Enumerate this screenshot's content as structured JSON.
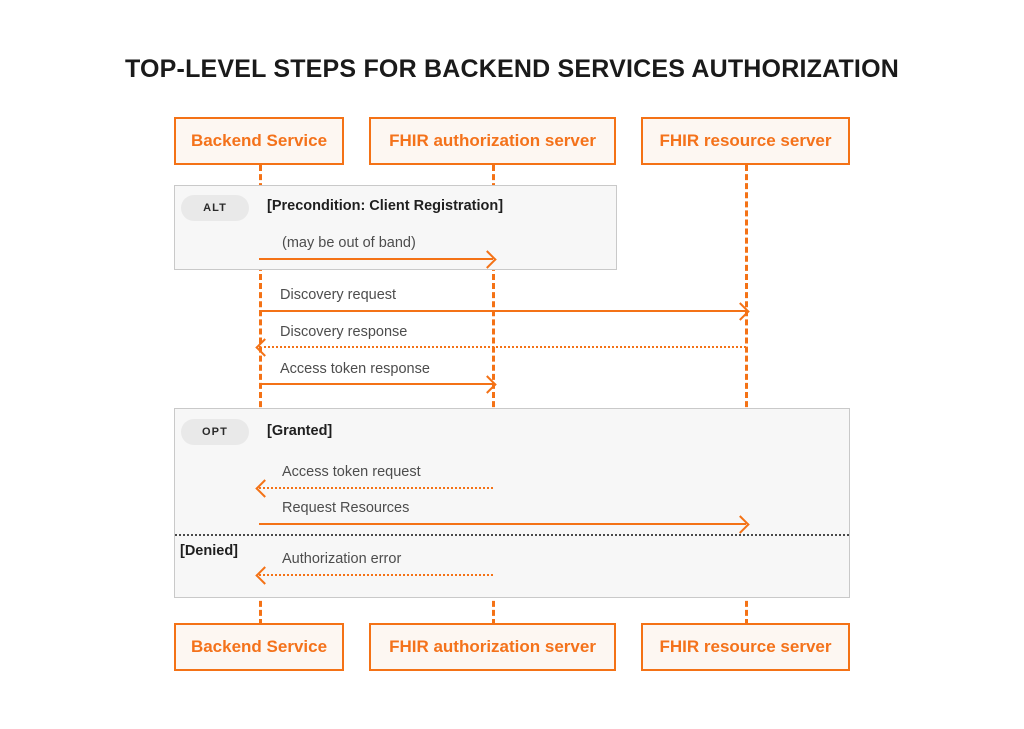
{
  "title": "TOP-LEVEL STEPS FOR BACKEND SERVICES AUTHORIZATION",
  "colors": {
    "accent": "#F47216",
    "participant_fill": "#FDF7F2",
    "fragment_fill": "#f7f7f7",
    "fragment_border": "#c9c9c9",
    "label_text": "#4d4d4d",
    "title_text": "#1a1a1a",
    "pill_fill": "#e9e9e9"
  },
  "participants": [
    {
      "id": "backend-service",
      "label": "Backend Service"
    },
    {
      "id": "fhir-authorization-server",
      "label": "FHIR authorization server"
    },
    {
      "id": "fhir-resource-server",
      "label": "FHIR resource server"
    }
  ],
  "participants_bottom": [
    {
      "id": "backend-service",
      "label": "Backend Service"
    },
    {
      "id": "fhir-authorization-server",
      "label": "FHIR authorization server"
    },
    {
      "id": "fhir-resource-server",
      "label": "FHIR resource server"
    }
  ],
  "fragments": [
    {
      "id": "alt-precondition",
      "kind": "ALT",
      "condition": "[Precondition: Client Registration]"
    },
    {
      "id": "opt-granted",
      "kind": "OPT",
      "condition": "[Granted]",
      "alternative_condition": "[Denied]"
    }
  ],
  "messages": [
    {
      "id": "may-be-out-of-band",
      "label": "(may be out of band)",
      "style": "solid",
      "direction": "right"
    },
    {
      "id": "discovery-request",
      "label": "Discovery request",
      "style": "solid",
      "direction": "right"
    },
    {
      "id": "discovery-response",
      "label": "Discovery response",
      "style": "dotted",
      "direction": "left"
    },
    {
      "id": "access-token-response",
      "label": "Access token response",
      "style": "solid",
      "direction": "right"
    },
    {
      "id": "access-token-request",
      "label": "Access token request",
      "style": "dotted",
      "direction": "left"
    },
    {
      "id": "request-resources",
      "label": "Request Resources",
      "style": "solid",
      "direction": "right"
    },
    {
      "id": "authorization-error",
      "label": "Authorization error",
      "style": "dotted",
      "direction": "left"
    }
  ]
}
